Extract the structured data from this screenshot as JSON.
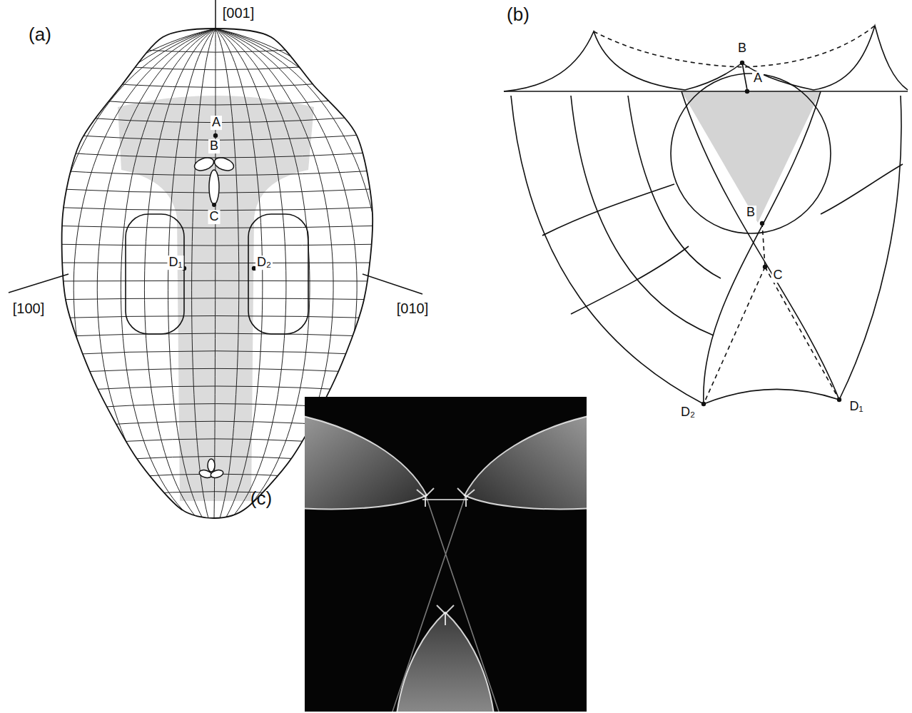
{
  "diagram": {
    "labels": [
      "(a)",
      "[001]",
      "A",
      "B",
      "C",
      "D₁",
      "D₂",
      "[100]",
      "[010]",
      "(b)",
      "B",
      "A",
      "B",
      "C",
      "D₂",
      "D₁",
      "(c)"
    ]
  }
}
